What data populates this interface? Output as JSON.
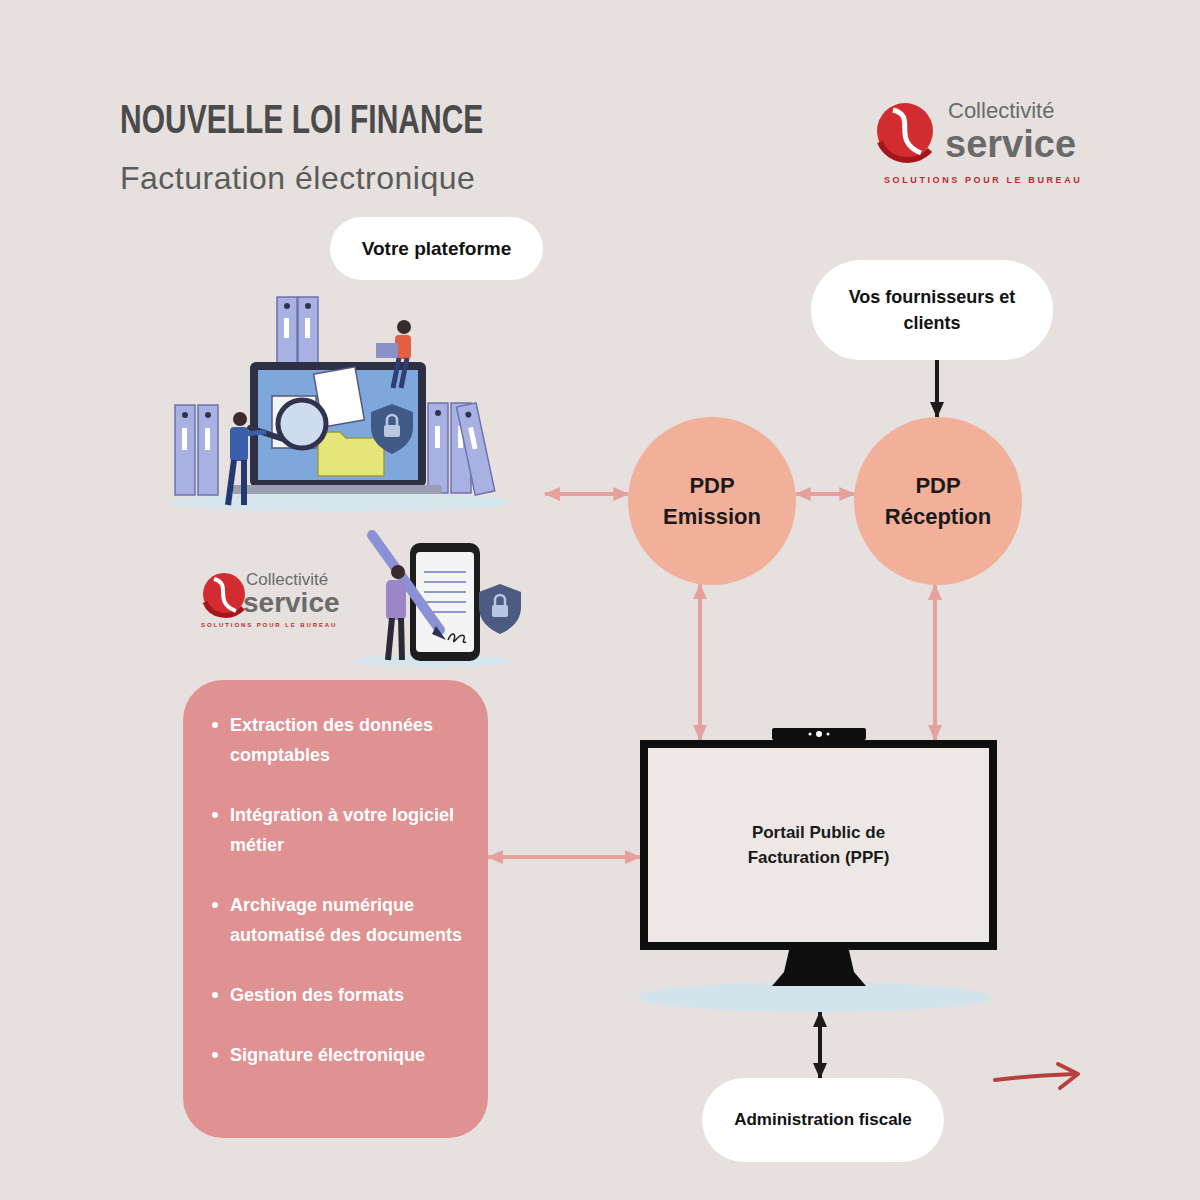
{
  "diagram": {
    "title": "NOUVELLE LOI FINANCE",
    "nodes": [
      {
        "text": [
          "Votre plateforme"
        ]
      },
      {
        "text": [
          "Vos fournisseurs et clients"
        ]
      },
      {
        "text": [
          "PDP Emission"
        ]
      },
      {
        "text": [
          "PDP Réception"
        ]
      },
      {
        "text": [
          "Extraction des données comptables",
          "Intégration à votre logiciel métier",
          "Archivage numérique automatisé des documents",
          "Gestion des formats",
          "Signature électronique"
        ]
      },
      {
        "text": [
          "Portail Public de Facturation (PPF)"
        ]
      },
      {
        "text": [
          "Administration fiscale"
        ]
      }
    ],
    "edges": [
      {
        "from": 0,
        "to": 2,
        "arrow": "both"
      },
      {
        "from": 1,
        "to": 3,
        "arrow": "to"
      },
      {
        "from": 2,
        "to": 3,
        "arrow": "both"
      },
      {
        "from": 2,
        "to": 5,
        "arrow": "both"
      },
      {
        "from": 3,
        "to": 5,
        "arrow": "both"
      },
      {
        "from": 4,
        "to": 5,
        "arrow": "both"
      },
      {
        "from": 5,
        "to": 6,
        "arrow": "both"
      }
    ],
    "labels": [
      "Facturation électronique",
      "Collectivité",
      "service",
      "SOLUTIONS POUR LE BUREAU",
      "Collectivité",
      "service",
      "SOLUTIONS POUR LE BUREAU"
    ]
  }
}
